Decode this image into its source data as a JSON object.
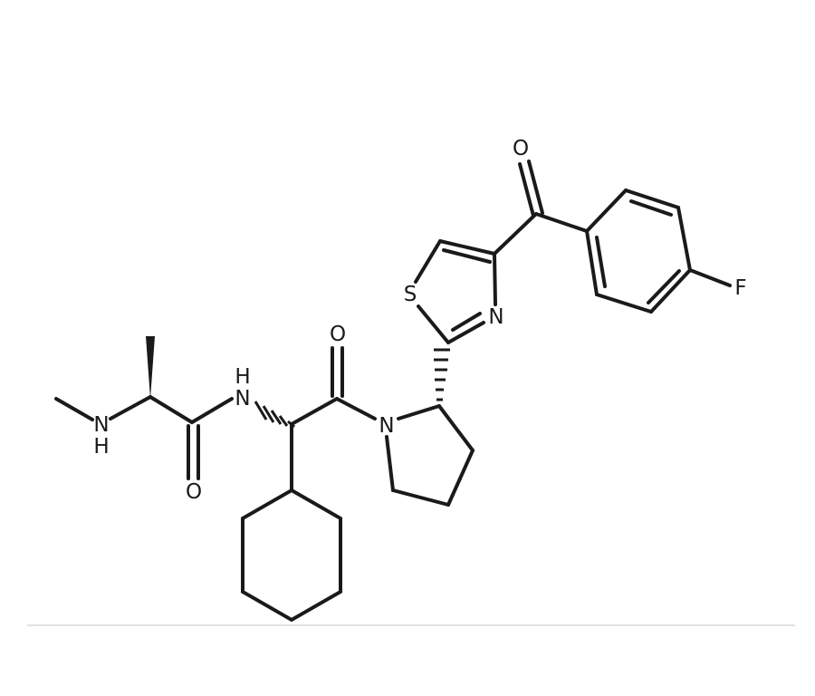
{
  "structure": {
    "atoms": {
      "nh_amine": "NH",
      "o_amide1": "O",
      "nh_amide": "H",
      "n_amide": "N",
      "o_amide2": "O",
      "n_pyrrolidine": "N",
      "s_thiazole": "S",
      "n_thiazole": "N",
      "o_ketone": "O",
      "f": "F"
    }
  },
  "colors": {
    "bond": "#1a1a1a",
    "background": "#ffffff",
    "rule": "#d8d8d8"
  }
}
